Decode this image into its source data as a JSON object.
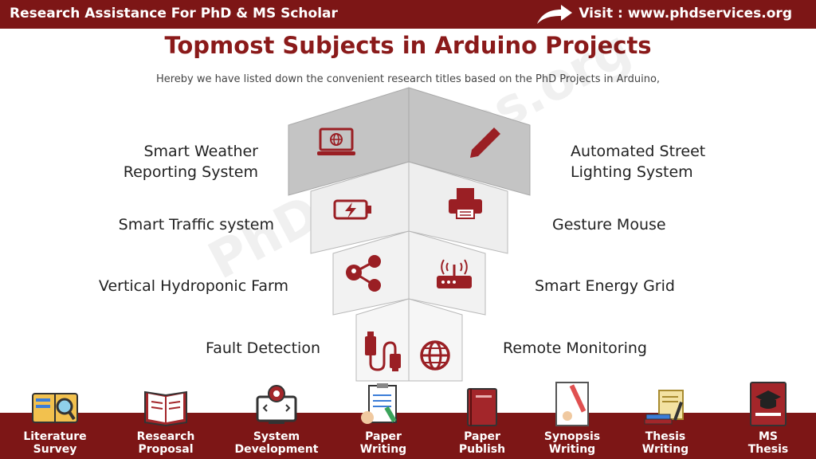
{
  "header": {
    "left_text": "Research Assistance For PhD & MS Scholar",
    "right_text": "Visit : www.phdservices.org"
  },
  "title": "Topmost Subjects in Arduino Projects",
  "subtitle": "Hereby we have listed down the convenient research titles based on the PhD Projects in Arduino,",
  "watermark": "PhDservices.org",
  "subjects_left": [
    {
      "line1": "Smart Weather",
      "line2": "Reporting System",
      "icon": "laptop-globe-icon"
    },
    {
      "line1": "Smart Traffic system",
      "line2": "",
      "icon": "battery-charging-icon"
    },
    {
      "line1": "Vertical Hydroponic Farm",
      "line2": "",
      "icon": "share-network-icon"
    },
    {
      "line1": "Fault Detection",
      "line2": "",
      "icon": "usb-cable-icon"
    }
  ],
  "subjects_right": [
    {
      "line1": "Automated Street",
      "line2": "Lighting System",
      "icon": "pencil-icon"
    },
    {
      "line1": "Gesture Mouse",
      "line2": "",
      "icon": "printer-icon"
    },
    {
      "line1": "Smart Energy Grid",
      "line2": "",
      "icon": "wifi-router-icon"
    },
    {
      "line1": "Remote Monitoring",
      "line2": "",
      "icon": "globe-icon"
    }
  ],
  "services": [
    {
      "line1": "Literature",
      "line2": "Survey",
      "icon": "literature-survey-icon"
    },
    {
      "line1": "Research",
      "line2": "Proposal",
      "icon": "research-proposal-icon"
    },
    {
      "line1": "System",
      "line2": "Development",
      "icon": "system-development-icon"
    },
    {
      "line1": "Paper",
      "line2": "Writing",
      "icon": "paper-writing-icon"
    },
    {
      "line1": "Paper",
      "line2": "Publish",
      "icon": "paper-publish-icon"
    },
    {
      "line1": "Synopsis",
      "line2": "Writing",
      "icon": "synopsis-writing-icon"
    },
    {
      "line1": "Thesis",
      "line2": "Writing",
      "icon": "thesis-writing-icon"
    },
    {
      "line1": "MS",
      "line2": "Thesis",
      "icon": "ms-thesis-icon"
    }
  ],
  "colors": {
    "brand": "#7d1616",
    "title": "#8a1a1a",
    "icon": "#9a1f24",
    "panel_top": "#c4c4c4",
    "panel": "#efefef"
  }
}
